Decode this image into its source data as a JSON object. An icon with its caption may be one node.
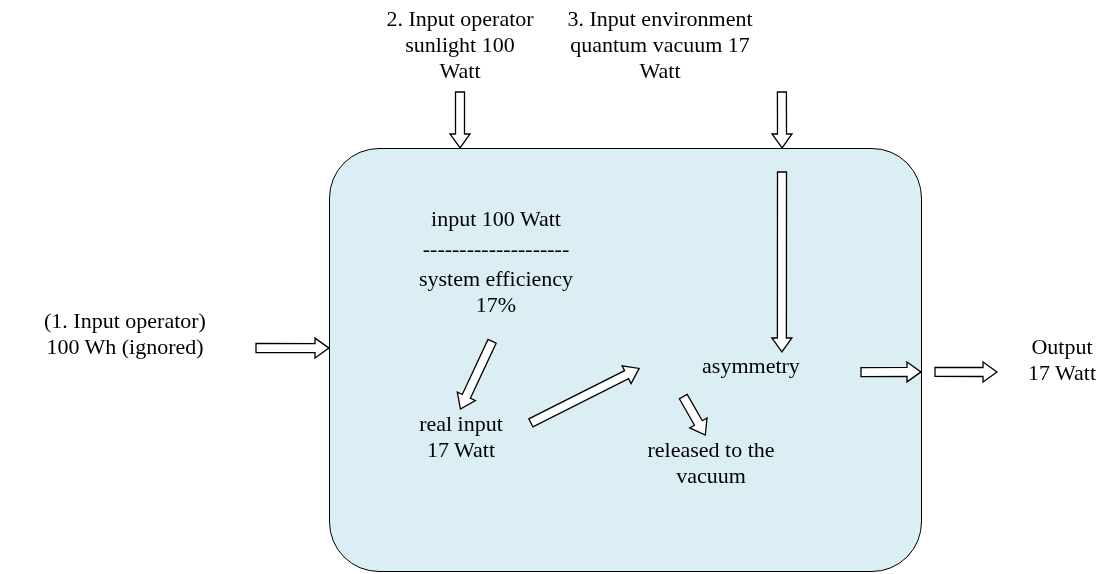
{
  "diagram": {
    "nodes": [
      {
        "text": [],
        "shape": "box"
      },
      {
        "text": [
          "2. Input operator sunlight 100 Watt"
        ]
      },
      {
        "text": [
          "3. Input environment quantum vacuum 17 Watt"
        ]
      },
      {
        "text": [
          "(1. Input operator) 100 Wh (ignored)"
        ]
      },
      {
        "text": [
          "Output 17 Watt"
        ]
      },
      {
        "text": [
          "input 100 Watt",
          "--------------------",
          "system efficiency 17%"
        ],
        "in": 0
      },
      {
        "text": [
          "real input 17 Watt"
        ],
        "in": 0
      },
      {
        "text": [
          "asymmetry"
        ],
        "in": 0
      },
      {
        "text": [
          "released to the vacuum"
        ],
        "in": 0
      }
    ],
    "edges": [
      {
        "from": 1,
        "to": 0,
        "arrow": "to"
      },
      {
        "from": 2,
        "to": 0,
        "arrow": "to"
      },
      {
        "from": null,
        "to": 7,
        "arrow": "to"
      },
      {
        "from": 3,
        "to": 0,
        "arrow": "to"
      },
      {
        "from": 5,
        "to": 6,
        "arrow": "to"
      },
      {
        "from": 6,
        "to": 7,
        "arrow": "to"
      },
      {
        "from": 7,
        "to": 8,
        "arrow": "to"
      },
      {
        "from": 7,
        "to": 0,
        "arrow": "to"
      },
      {
        "from": 0,
        "to": 4,
        "arrow": "to"
      }
    ]
  }
}
